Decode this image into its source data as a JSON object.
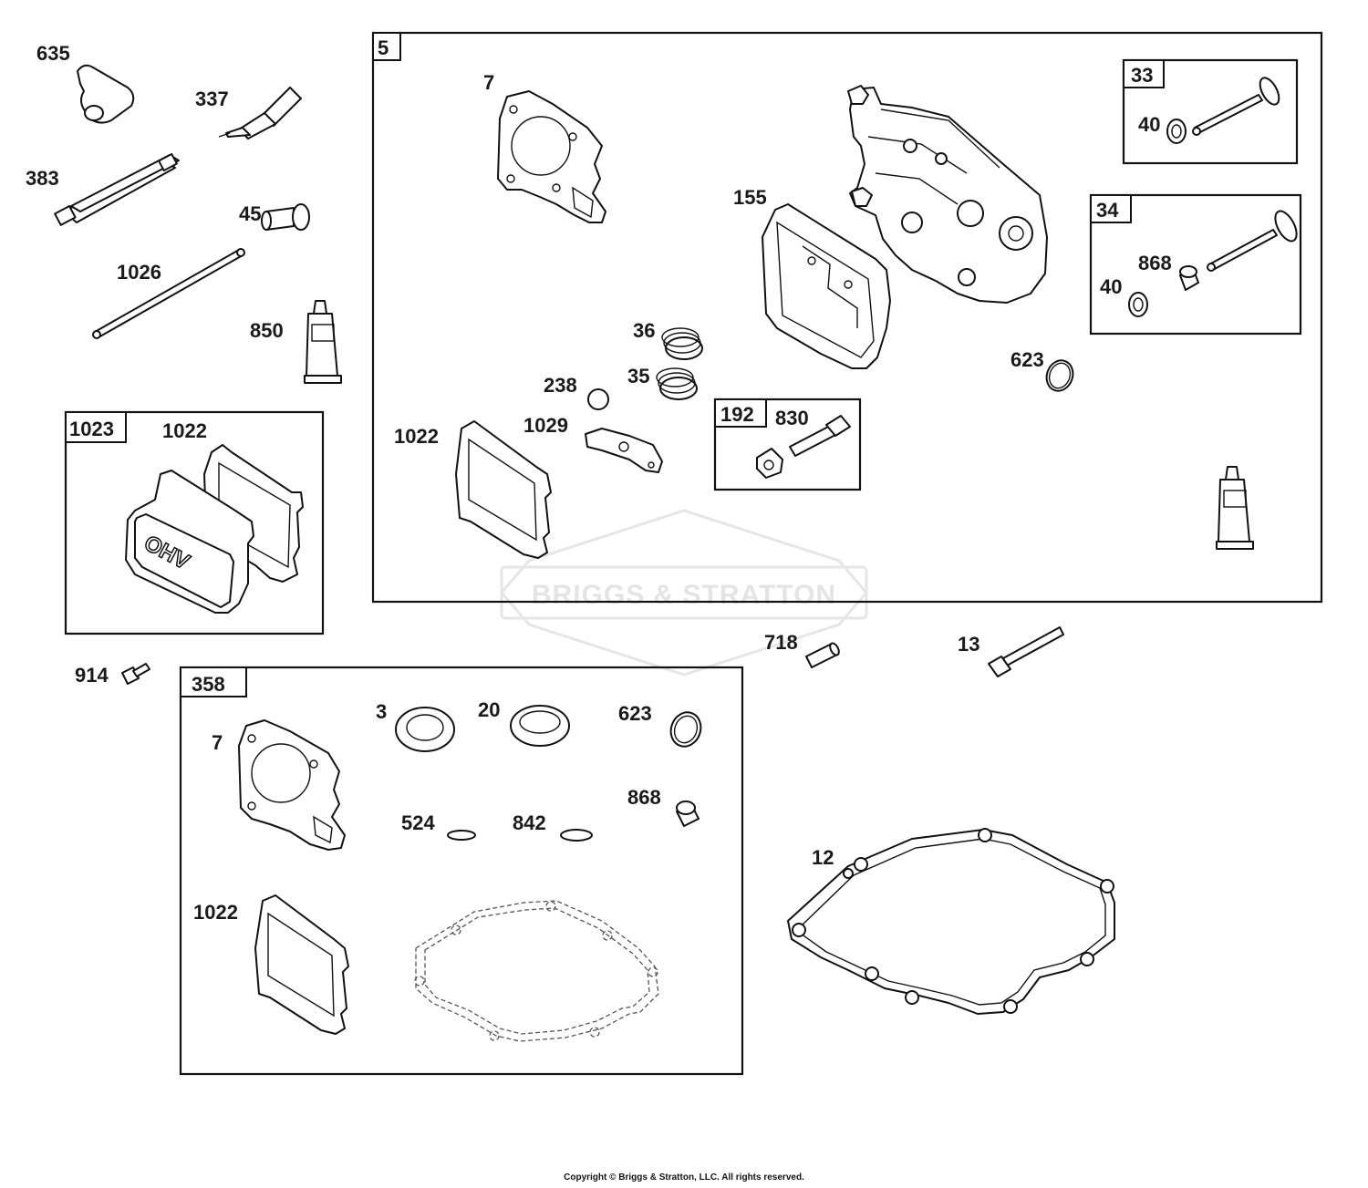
{
  "watermark": {
    "brand_text": "BRIGGS & STRATTON"
  },
  "copyright": "Copyright © Briggs & Stratton, LLC. All rights reserved.",
  "boxes": {
    "kit_5": "5",
    "kit_33": "33",
    "kit_34": "34",
    "kit_192": "192",
    "kit_1023": "1023",
    "kit_358": "358"
  },
  "callouts": {
    "p635": "635",
    "p337": "337",
    "p383": "383",
    "p45": "45",
    "p1026": "1026",
    "p850": "850",
    "p1022_cover": "1022",
    "p7_top": "7",
    "p155": "155",
    "p40_a": "40",
    "p868_a": "868",
    "p40_b": "40",
    "p36": "36",
    "p35": "35",
    "p238": "238",
    "p1029": "1029",
    "p1022_box5": "1022",
    "p830": "830",
    "p623_top": "623",
    "p914": "914",
    "p718": "718",
    "p13": "13",
    "p3": "3",
    "p20": "20",
    "p623_kit": "623",
    "p7_kit": "7",
    "p868_kit": "868",
    "p524": "524",
    "p842": "842",
    "p1022_kit": "1022",
    "p12": "12"
  },
  "icons": {
    "valve_cover_text": "OHV"
  }
}
